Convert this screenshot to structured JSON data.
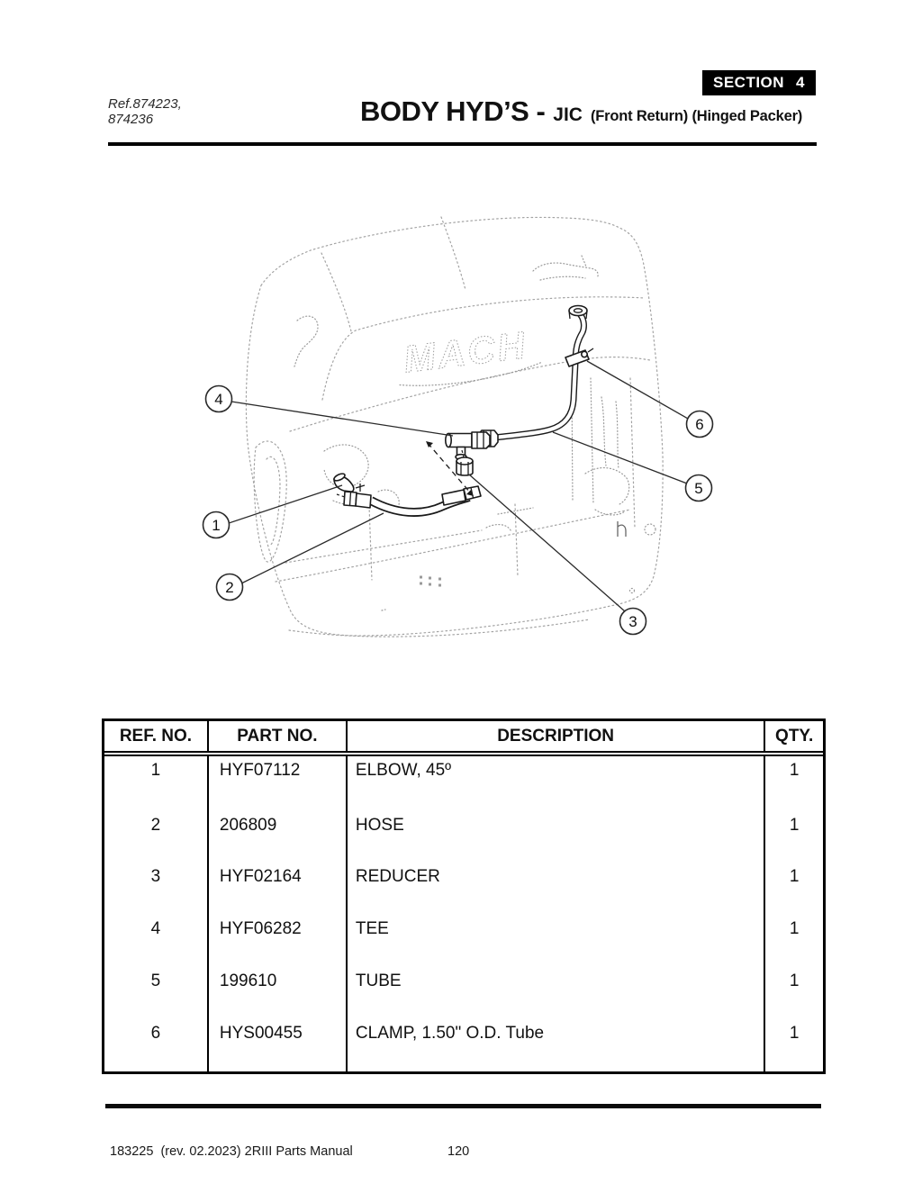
{
  "header": {
    "section_label": "SECTION",
    "section_number": "4",
    "ref_line1": "Ref.874223,",
    "ref_line2": "874236",
    "title_main": "BODY HYD’S -",
    "title_sub": "JIC",
    "title_qualifier": "(Front Return) (Hinged Packer)"
  },
  "diagram": {
    "logo": "MACH",
    "callouts": [
      {
        "label": "1"
      },
      {
        "label": "2"
      },
      {
        "label": "3"
      },
      {
        "label": "4"
      },
      {
        "label": "5"
      },
      {
        "label": "6"
      }
    ]
  },
  "parts_table": {
    "columns": [
      "REF. NO.",
      "PART NO.",
      "DESCRIPTION",
      "QTY."
    ],
    "rows": [
      {
        "ref_no": "1",
        "part_no": "HYF07112",
        "description": "ELBOW, 45º",
        "qty": "1"
      },
      {
        "ref_no": "2",
        "part_no": "206809",
        "description": "HOSE",
        "qty": "1"
      },
      {
        "ref_no": "3",
        "part_no": "HYF02164",
        "description": "REDUCER",
        "qty": "1"
      },
      {
        "ref_no": "4",
        "part_no": "HYF06282",
        "description": "TEE",
        "qty": "1"
      },
      {
        "ref_no": "5",
        "part_no": "199610",
        "description": "TUBE",
        "qty": "1"
      },
      {
        "ref_no": "6",
        "part_no": "HYS00455",
        "description": "CLAMP, 1.50\" O.D. Tube",
        "qty": "1"
      }
    ]
  },
  "footer": {
    "doc_info": "183225  (rev. 02.2023) 2RIII Parts Manual",
    "page_number": "120"
  }
}
